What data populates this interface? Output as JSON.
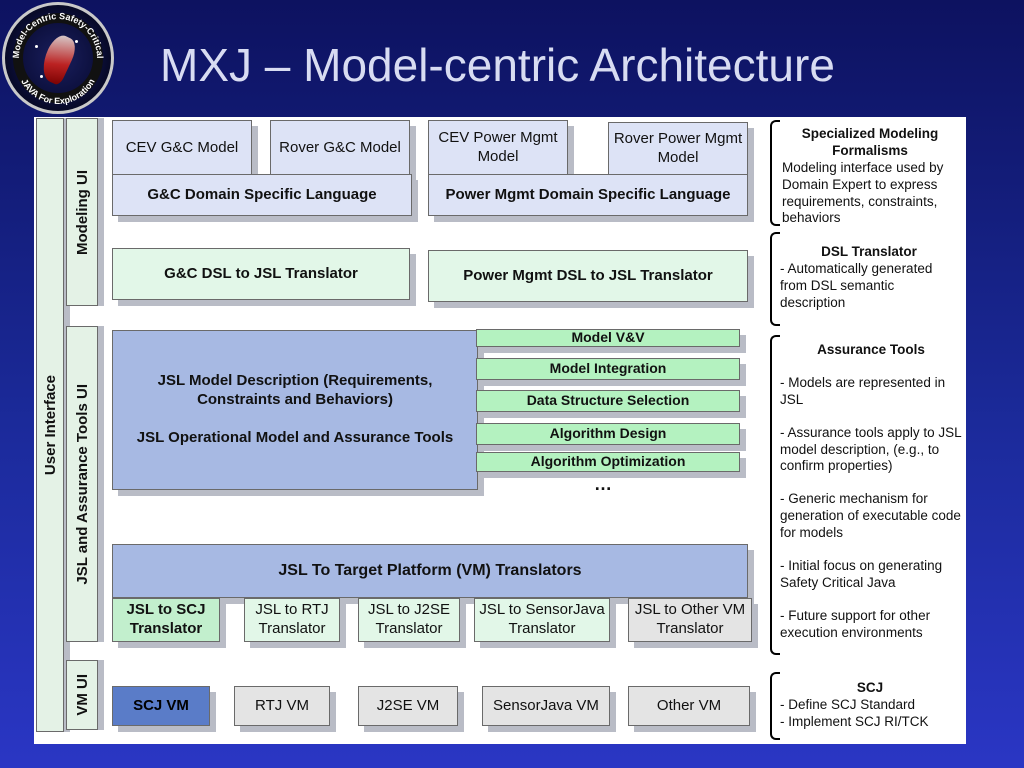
{
  "title": "MXJ – Model-centric Architecture",
  "logo": {
    "ring_text_top": "Model-Centric Safety-Critical",
    "ring_text_bottom": "JAVA For Exploration"
  },
  "sidebar": {
    "user_interface": "User Interface",
    "modeling_ui": "Modeling UI",
    "assurance_ui": "JSL and Assurance Tools UI",
    "vm_ui": "VM UI"
  },
  "models": [
    "CEV G&C Model",
    "Rover G&C Model",
    "CEV Power Mgmt Model",
    "Rover Power Mgmt Model"
  ],
  "dsl": {
    "gc": "G&C Domain Specific Language",
    "power": "Power Mgmt Domain Specific Language"
  },
  "translators": {
    "gc": "G&C DSL to JSL Translator",
    "power": "Power Mgmt DSL to JSL Translator"
  },
  "jsl": {
    "line1": "JSL Model Description (Requirements, Constraints and Behaviors)",
    "line2": "JSL Operational Model and Assurance Tools"
  },
  "tools": [
    "Model V&V",
    "Model Integration",
    "Data Structure Selection",
    "Algorithm Design",
    "Algorithm Optimization"
  ],
  "ellipsis": "…",
  "target": {
    "header": "JSL To Target Platform (VM) Translators",
    "items": [
      "JSL to SCJ Translator",
      "JSL to RTJ Translator",
      "JSL to J2SE Translator",
      "JSL to SensorJava Translator",
      "JSL to Other VM Translator"
    ]
  },
  "vms": [
    "SCJ VM",
    "RTJ VM",
    "J2SE VM",
    "SensorJava VM",
    "Other VM"
  ],
  "notes": {
    "formalisms": {
      "heading": "Specialized Modeling Formalisms",
      "body": "Modeling interface used by Domain Expert to express requirements, constraints, behaviors"
    },
    "dsl_translator": {
      "heading": "DSL Translator",
      "body": "- Automatically generated from DSL semantic description"
    },
    "assurance": {
      "heading": "Assurance Tools",
      "items": [
        "- Models are represented in JSL",
        "- Assurance tools apply to JSL model description, (e.g., to confirm properties)",
        "- Generic mechanism for generation of executable code for models",
        "- Initial focus on generating Safety Critical Java",
        "- Future support for other execution environments"
      ]
    },
    "scj": {
      "heading": "SCJ",
      "items": [
        "- Define SCJ Standard",
        "- Implement SCJ RI/TCK"
      ]
    }
  },
  "colors": {
    "background": "#1b2a9a",
    "title": "#d8dcf2",
    "scj_vm": "#5a7cc8",
    "jsl_block": "#a7b9e3",
    "tool_green": "#b4f2c0"
  }
}
